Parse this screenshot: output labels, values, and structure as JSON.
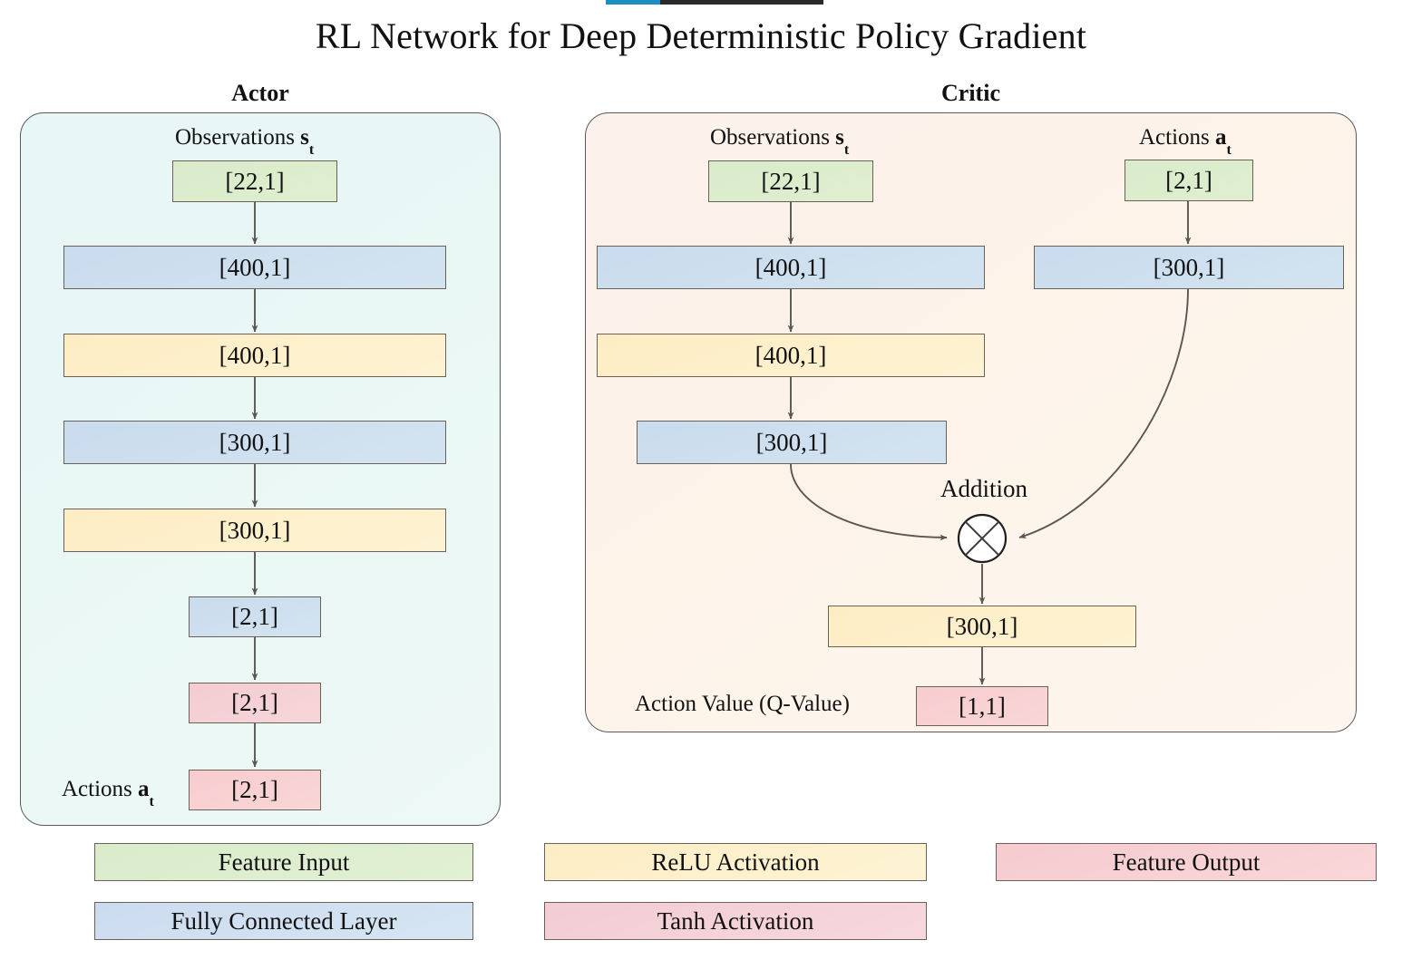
{
  "top_strip": {
    "visible": true,
    "accent_color": "#1b8fc4",
    "track_color": "#2a2a2a"
  },
  "title": "RL Network for Deep Deterministic Policy Gradient",
  "panels": {
    "actor": {
      "heading": "Actor",
      "background_color": "#e9f7f6",
      "input_label_text": "Observations ",
      "input_label_symbol": "s",
      "input_label_subscript": "t",
      "output_label_text": "Actions ",
      "output_label_symbol": "a",
      "output_label_subscript": "t",
      "nodes": [
        {
          "name": "observations-input",
          "value": "[22,1]",
          "kind": "feature-input"
        },
        {
          "name": "fc-400",
          "value": "[400,1]",
          "kind": "fully-connected"
        },
        {
          "name": "relu-400",
          "value": "[400,1]",
          "kind": "relu"
        },
        {
          "name": "fc-300",
          "value": "[300,1]",
          "kind": "fully-connected"
        },
        {
          "name": "relu-300",
          "value": "[300,1]",
          "kind": "relu"
        },
        {
          "name": "fc-2",
          "value": "[2,1]",
          "kind": "fully-connected"
        },
        {
          "name": "tanh-2",
          "value": "[2,1]",
          "kind": "tanh"
        },
        {
          "name": "actions-output",
          "value": "[2,1]",
          "kind": "feature-output"
        }
      ]
    },
    "critic": {
      "heading": "Critic",
      "background_color": "#fdf3ee",
      "obs_label_text": "Observations ",
      "obs_label_symbol": "s",
      "obs_label_subscript": "t",
      "act_label_text": "Actions ",
      "act_label_symbol": "a",
      "act_label_subscript": "t",
      "addition_label": "Addition",
      "q_value_label": "Action Value (Q-Value)",
      "obs_branch": [
        {
          "name": "observations-input",
          "value": "[22,1]",
          "kind": "feature-input"
        },
        {
          "name": "fc-400",
          "value": "[400,1]",
          "kind": "fully-connected"
        },
        {
          "name": "relu-400",
          "value": "[400,1]",
          "kind": "relu"
        },
        {
          "name": "fc-300",
          "value": "[300,1]",
          "kind": "fully-connected"
        }
      ],
      "act_branch": [
        {
          "name": "actions-input",
          "value": "[2,1]",
          "kind": "feature-input"
        },
        {
          "name": "fc-300",
          "value": "[300,1]",
          "kind": "fully-connected"
        }
      ],
      "merge_branch": [
        {
          "name": "relu-300",
          "value": "[300,1]",
          "kind": "relu"
        },
        {
          "name": "q-value-output",
          "value": "[1,1]",
          "kind": "feature-output"
        }
      ]
    }
  },
  "legend": {
    "items": [
      {
        "name": "feature-input",
        "label": "Feature Input",
        "color": "#d9ecca"
      },
      {
        "name": "fully-connected-layer",
        "label": "Fully Connected Layer",
        "color": "#ccdcef"
      },
      {
        "name": "relu-activation",
        "label": "ReLU Activation",
        "color": "#fdedc4"
      },
      {
        "name": "tanh-activation",
        "label": "Tanh Activation",
        "color": "#f3ccd4"
      },
      {
        "name": "feature-output",
        "label": "Feature Output",
        "color": "#f6cbcf"
      }
    ]
  },
  "chart_data": {
    "type": "diagram",
    "title": "RL Network for Deep Deterministic Policy Gradient",
    "actor_chain": [
      "[22,1]",
      "[400,1]",
      "[400,1]",
      "[300,1]",
      "[300,1]",
      "[2,1]",
      "[2,1]",
      "[2,1]"
    ],
    "critic_obs_chain": [
      "[22,1]",
      "[400,1]",
      "[400,1]",
      "[300,1]"
    ],
    "critic_act_chain": [
      "[2,1]",
      "[300,1]"
    ],
    "critic_merged_chain": [
      "[300,1]",
      "[1,1]"
    ],
    "merge_operation": "Addition"
  }
}
